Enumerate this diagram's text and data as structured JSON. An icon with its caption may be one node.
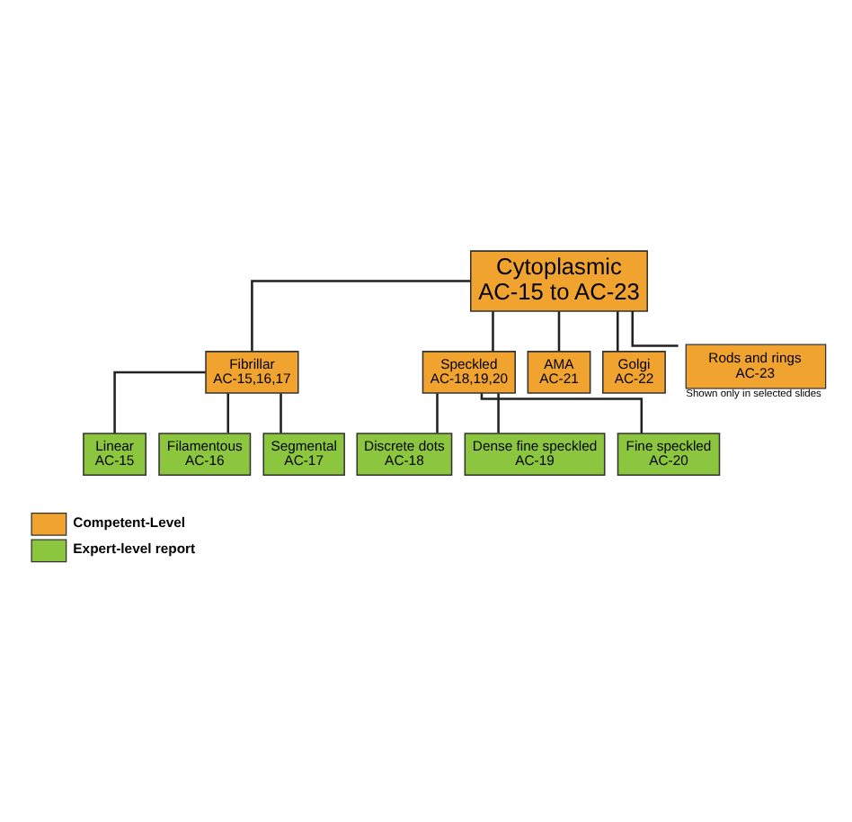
{
  "diagram": {
    "nodes": [
      {
        "text": [
          "Cytoplasmic",
          "AC-15 to AC-23"
        ]
      },
      {
        "text": [
          "Fibrillar",
          "AC-15,16,17"
        ]
      },
      {
        "text": [
          "Speckled",
          "AC-18,19,20"
        ]
      },
      {
        "text": [
          "AMA",
          "AC-21"
        ]
      },
      {
        "text": [
          "Golgi",
          "AC-22"
        ]
      },
      {
        "text": [
          "Rods and rings",
          "AC-23"
        ],
        "beside": [
          "Shown only in selected slides"
        ]
      },
      {
        "text": [
          "Linear",
          "AC-15"
        ]
      },
      {
        "text": [
          "Filamentous",
          "AC-16"
        ]
      },
      {
        "text": [
          "Segmental",
          "AC-17"
        ]
      },
      {
        "text": [
          "Discrete dots",
          "AC-18"
        ]
      },
      {
        "text": [
          "Dense fine speckled",
          "AC-19"
        ]
      },
      {
        "text": [
          "Fine speckled",
          "AC-20"
        ]
      }
    ],
    "edges": [
      {
        "from": 0,
        "to": 1,
        "arrow": "none"
      },
      {
        "from": 0,
        "to": 2,
        "arrow": "none"
      },
      {
        "from": 0,
        "to": 3,
        "arrow": "none"
      },
      {
        "from": 0,
        "to": 4,
        "arrow": "none"
      },
      {
        "from": 0,
        "to": 5,
        "arrow": "none"
      },
      {
        "from": 1,
        "to": 6,
        "arrow": "none"
      },
      {
        "from": 1,
        "to": 7,
        "arrow": "none"
      },
      {
        "from": 1,
        "to": 8,
        "arrow": "none"
      },
      {
        "from": 2,
        "to": 9,
        "arrow": "none"
      },
      {
        "from": 2,
        "to": 10,
        "arrow": "none"
      },
      {
        "from": 2,
        "to": 11,
        "arrow": "none"
      }
    ],
    "legend": [
      {
        "text": "Competent-Level",
        "color": "#f0a32f"
      },
      {
        "text": "Expert-level report",
        "color": "#8cc63e"
      }
    ]
  }
}
